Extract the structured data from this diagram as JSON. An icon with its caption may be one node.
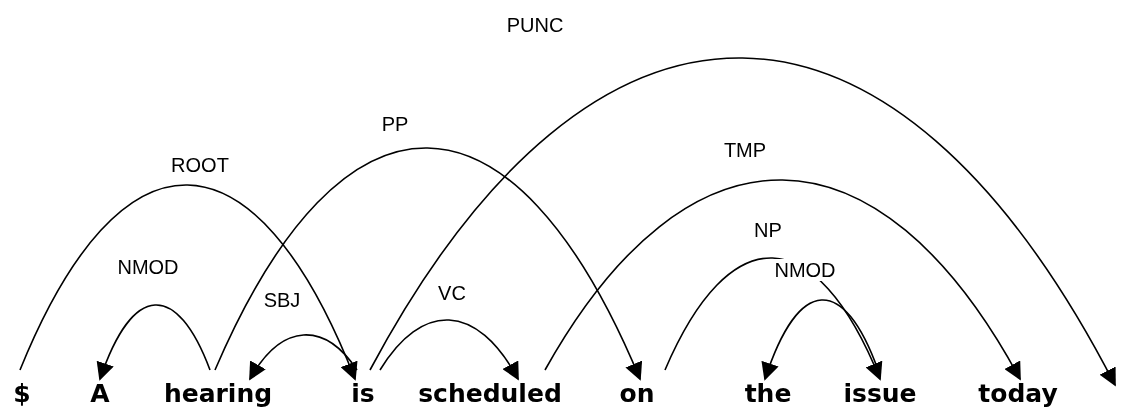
{
  "diagram": {
    "nodes": [
      {
        "text": [
          "$"
        ]
      },
      {
        "text": [
          "A"
        ]
      },
      {
        "text": [
          "hearing"
        ]
      },
      {
        "text": [
          "is"
        ]
      },
      {
        "text": [
          "scheduled"
        ]
      },
      {
        "text": [
          "on"
        ]
      },
      {
        "text": [
          "the"
        ]
      },
      {
        "text": [
          "issue"
        ]
      },
      {
        "text": [
          "today"
        ]
      }
    ],
    "edges": [
      {
        "from": 0,
        "to": 3,
        "arrow": "to",
        "label": "ROOT"
      },
      {
        "from": 2,
        "to": 1,
        "arrow": "to",
        "label": "NMOD"
      },
      {
        "from": 3,
        "to": 2,
        "arrow": "to",
        "label": "SBJ"
      },
      {
        "from": 2,
        "to": 5,
        "arrow": "to",
        "label": "PP"
      },
      {
        "from": 3,
        "to": 4,
        "arrow": "to",
        "label": "VC"
      },
      {
        "from": 3,
        "to": null,
        "arrow": "to",
        "label": "PUNC"
      },
      {
        "from": 4,
        "to": 8,
        "arrow": "to",
        "label": "TMP"
      },
      {
        "from": 5,
        "to": 7,
        "arrow": "to",
        "label": "NP"
      },
      {
        "from": 7,
        "to": 6,
        "arrow": "to",
        "label": "NMOD"
      }
    ]
  }
}
